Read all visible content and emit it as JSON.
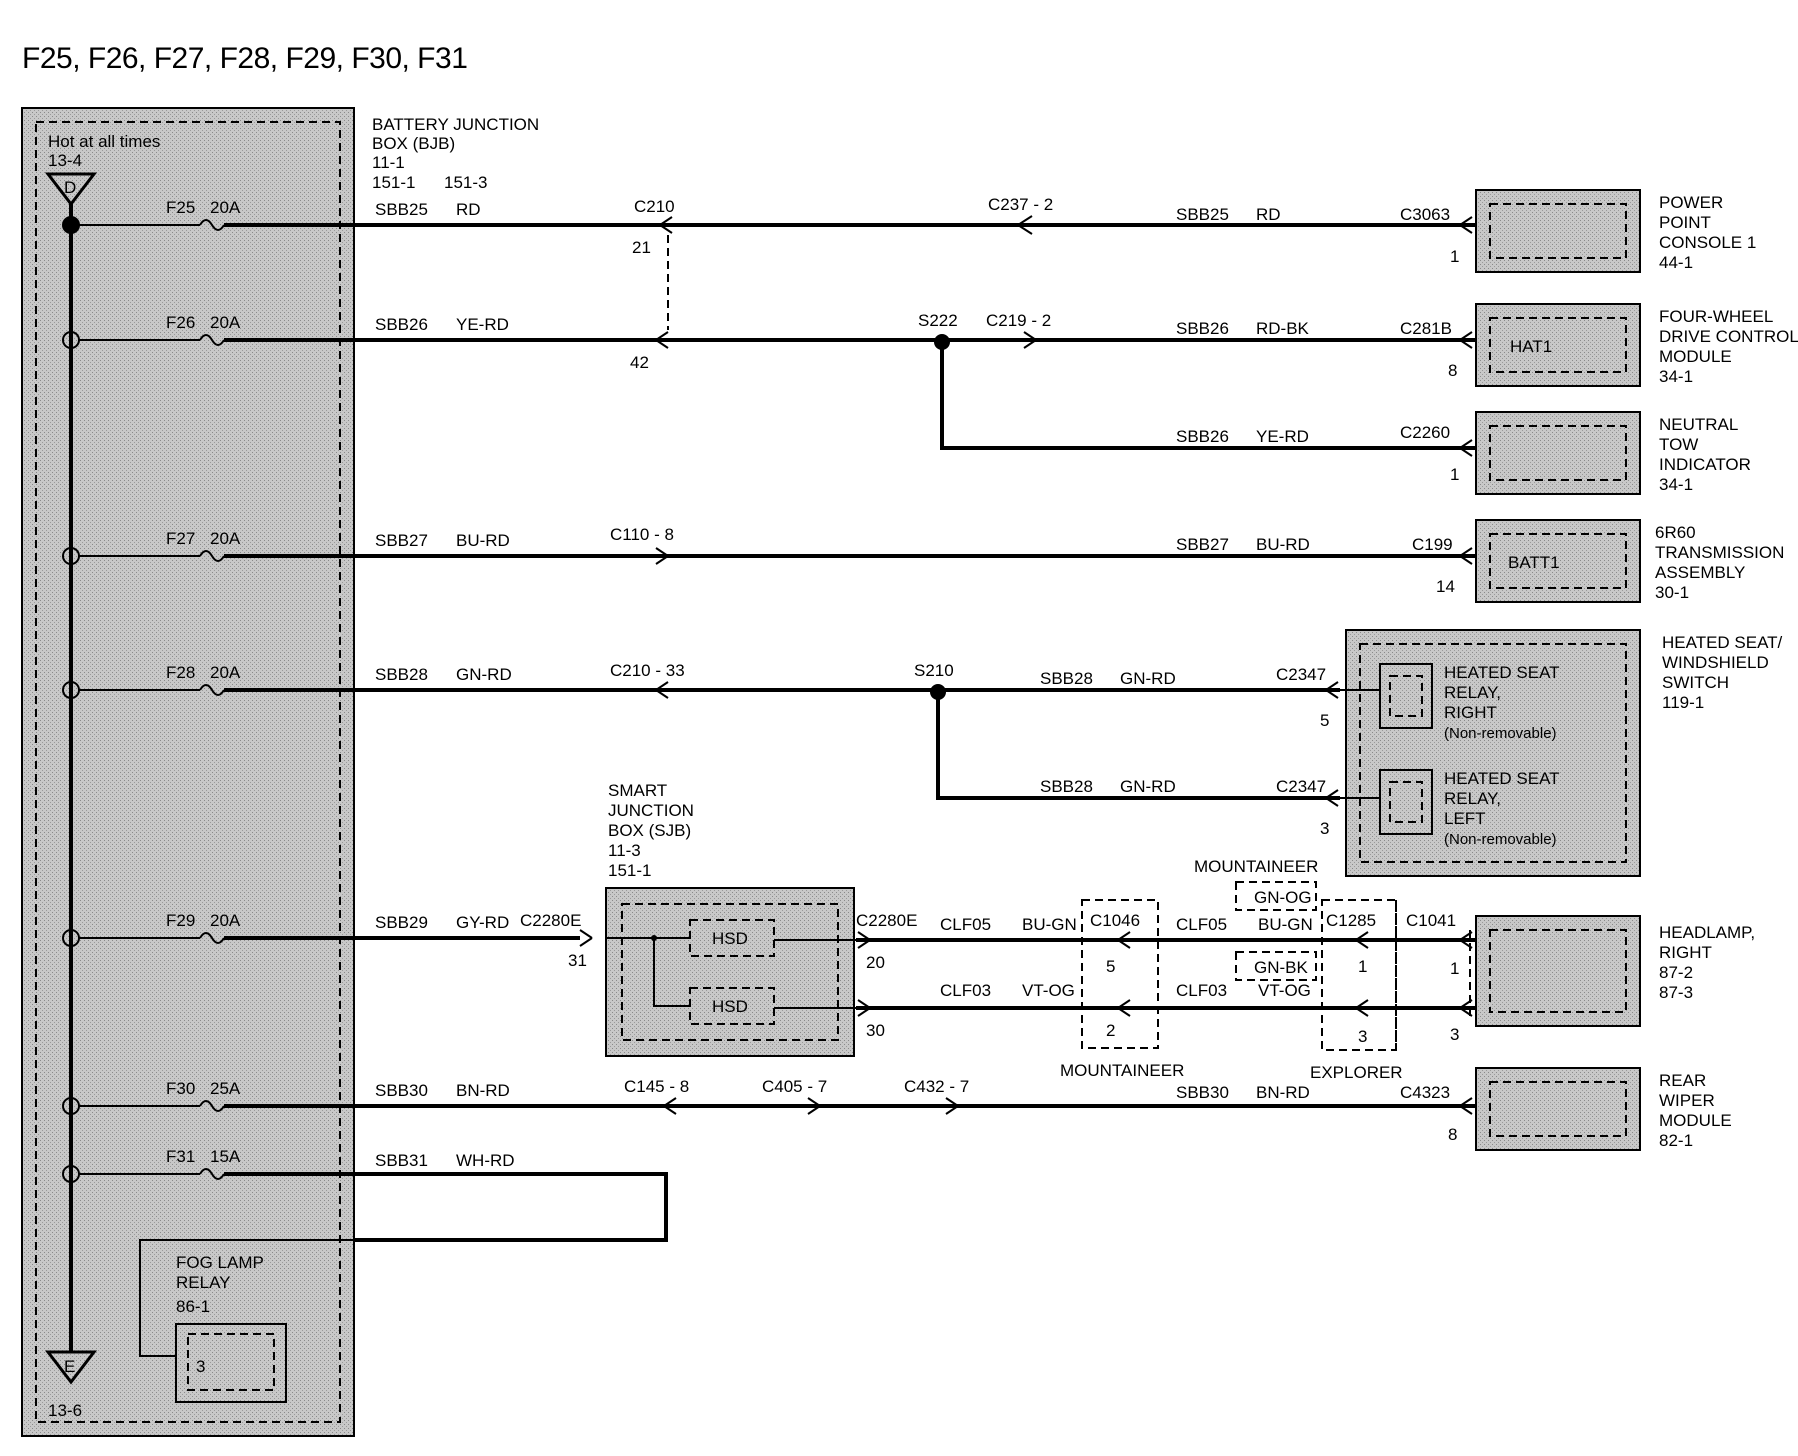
{
  "title": "F25, F26, F27, F28, F29, F30, F31",
  "bjb": {
    "hot_label": "Hot at all times",
    "top_ref": "13-4",
    "top_terminal": "D",
    "bottom_terminal": "E",
    "bottom_ref": "13-6",
    "name_l1": "BATTERY  JUNCTION",
    "name_l2": "BOX (BJB)",
    "ref1": "11-1",
    "ref2": "151-1",
    "ref3": "151-3"
  },
  "fuses": [
    {
      "id": "F25",
      "rating": "20A"
    },
    {
      "id": "F26",
      "rating": "20A"
    },
    {
      "id": "F27",
      "rating": "20A"
    },
    {
      "id": "F28",
      "rating": "20A"
    },
    {
      "id": "F29",
      "rating": "20A"
    },
    {
      "id": "F30",
      "rating": "25A"
    },
    {
      "id": "F31",
      "rating": "15A"
    }
  ],
  "wire_labels": {
    "f25_left_circuit": "SBB25",
    "f25_left_color": "RD",
    "f25_right_circuit": "SBB25",
    "f25_right_color": "RD",
    "f26_left_circuit": "SBB26",
    "f26_left_color": "YE-RD",
    "f26_right_circuit": "SBB26",
    "f26_right_color": "RD-BK",
    "ntl_circuit": "SBB26",
    "ntl_color": "YE-RD",
    "f27_left_circuit": "SBB27",
    "f27_left_color": "BU-RD",
    "f27_right_circuit": "SBB27",
    "f27_right_color": "BU-RD",
    "f28_left_circuit": "SBB28",
    "f28_left_color": "GN-RD",
    "f28_r1_circuit": "SBB28",
    "f28_r1_color": "GN-RD",
    "f28_r2_circuit": "SBB28",
    "f28_r2_color": "GN-RD",
    "f29_circuit": "SBB29",
    "f29_color": "GY-RD",
    "hl_a1_circuit": "CLF05",
    "hl_a1_color": "BU-GN",
    "hl_a2_circuit": "CLF05",
    "hl_a2_color": "BU-GN",
    "hl_b1_circuit": "CLF03",
    "hl_b1_color": "VT-OG",
    "hl_b2_circuit": "CLF03",
    "hl_b2_color": "VT-OG",
    "alt_color_a": "GN-OG",
    "alt_color_b": "GN-BK",
    "f30_circuit": "SBB30",
    "f30_color": "BN-RD",
    "f30_right_circuit": "SBB30",
    "f30_right_color": "BN-RD",
    "f31_circuit": "SBB31",
    "f31_color": "WH-RD"
  },
  "connectors": {
    "c210_top": "C210",
    "c210_pin21": "21",
    "c210_pin42": "42",
    "c237": "C237 - 2",
    "c3063": "C3063",
    "c3063_pin": "1",
    "s222": "S222",
    "c219": "C219 - 2",
    "c281b": "C281B",
    "c281b_pin": "8",
    "c2260": "C2260",
    "c2260_pin": "1",
    "c110": "C110 - 8",
    "c199": "C199",
    "c199_pin": "14",
    "c210_33": "C210 - 33",
    "s210": "S210",
    "c2347a": "C2347",
    "c2347a_pin": "5",
    "c2347b": "C2347",
    "c2347b_pin": "3",
    "c2280e_in": "C2280E",
    "c2280e_in_pin": "31",
    "c2280e_out": "C2280E",
    "c2280e_pin20": "20",
    "c2280e_pin30": "30",
    "c1046": "C1046",
    "c1046_pin5": "5",
    "c1046_pin2": "2",
    "c1285": "C1285",
    "c1285_pin1": "1",
    "c1285_pin3": "3",
    "c1041": "C1041",
    "c1041_pin1": "1",
    "c1041_pin3": "3",
    "c145": "C145 - 8",
    "c405": "C405 - 7",
    "c432": "C432 - 7",
    "c4323": "C4323",
    "c4323_pin": "8"
  },
  "variants": {
    "mountaineer_top": "MOUNTAINEER",
    "mountaineer_bottom": "MOUNTAINEER",
    "explorer": "EXPLORER"
  },
  "sjb": {
    "l1": "SMART",
    "l2": "JUNCTION",
    "l3": "BOX (SJB)",
    "l4": "11-3",
    "l5": "151-1",
    "hsd1": "HSD",
    "hsd2": "HSD"
  },
  "components": {
    "power_point": {
      "l1": "POWER",
      "l2": "POINT",
      "l3": "CONSOLE 1",
      "ref": "44-1"
    },
    "fwd": {
      "l1": "FOUR-WHEEL",
      "l2": "DRIVE CONTROL",
      "l3": "MODULE",
      "ref": "34-1",
      "pin_name": "HAT1"
    },
    "neutral": {
      "l1": "NEUTRAL",
      "l2": "TOW",
      "l3": "INDICATOR",
      "ref": "34-1"
    },
    "trans": {
      "l1": "6R60",
      "l2": "TRANSMISSION",
      "l3": "ASSEMBLY",
      "ref": "30-1",
      "pin_name": "BATT1"
    },
    "heated_seat": {
      "l1": "HEATED SEAT/",
      "l2": "WINDSHIELD",
      "l3": "SWITCH",
      "ref": "119-1",
      "relay_r_l1": "HEATED SEAT",
      "relay_r_l2": "RELAY,",
      "relay_r_l3": "RIGHT",
      "relay_r_l4": "(Non-removable)",
      "relay_l_l1": "HEATED SEAT",
      "relay_l_l2": "RELAY,",
      "relay_l_l3": "LEFT",
      "relay_l_l4": "(Non-removable)"
    },
    "headlamp": {
      "l1": "HEADLAMP,",
      "l2": "RIGHT",
      "ref1": "87-2",
      "ref2": "87-3"
    },
    "rear_wiper": {
      "l1": "REAR",
      "l2": "WIPER",
      "l3": "MODULE",
      "ref": "82-1"
    },
    "fog_relay": {
      "l1": "FOG LAMP",
      "l2": "RELAY",
      "ref": "86-1",
      "pin": "3"
    }
  }
}
